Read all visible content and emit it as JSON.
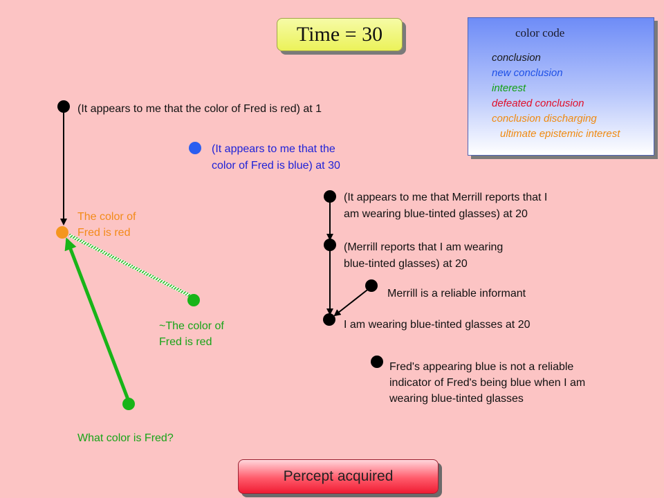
{
  "time_label": "Time = 30",
  "legend": {
    "title": "color code",
    "items": [
      {
        "text": "conclusion",
        "color": "#1a1a1a"
      },
      {
        "text": "new conclusion",
        "color": "#1e50e6"
      },
      {
        "text": "interest",
        "color": "#12a012"
      },
      {
        "text": "defeated conclusion",
        "color": "#e0102a"
      },
      {
        "text": "conclusion discharging",
        "color": "#f08a10"
      },
      {
        "text": "ultimate epistemic interest",
        "color": "#f08a10"
      }
    ]
  },
  "nodes": {
    "appears_red": "(It appears to me that the color of Fred is red) at 1",
    "appears_blue_line1": "(It appears to me that the",
    "appears_blue_line2": "color of Fred is blue) at 30",
    "color_red_line1": "The color of",
    "color_red_line2": "Fred is red",
    "not_red_line1": "~The color of",
    "not_red_line2": "Fred is red",
    "question": "What color is Fred?",
    "merrill_appears_line1": "(It appears to me that Merrill reports that I",
    "merrill_appears_line2": "am wearing blue-tinted glasses) at 20",
    "merrill_reports_line1": "(Merrill reports that I am wearing",
    "merrill_reports_line2": "blue-tinted glasses) at 20",
    "reliable_informant": "Merrill is a reliable informant",
    "wearing_glasses": "I am wearing blue-tinted glasses at 20",
    "undercutter_line1": "Fred's appearing blue is not a reliable",
    "undercutter_line2": "indicator of Fred's being blue when I am",
    "undercutter_line3": "wearing blue-tinted glasses"
  },
  "colors": {
    "background": "#fcc4c4",
    "conclusion": "#000000",
    "new_conclusion": "#2a5ef0",
    "interest": "#18b418",
    "discharging": "#f5961e"
  },
  "button_label": "Percept acquired"
}
